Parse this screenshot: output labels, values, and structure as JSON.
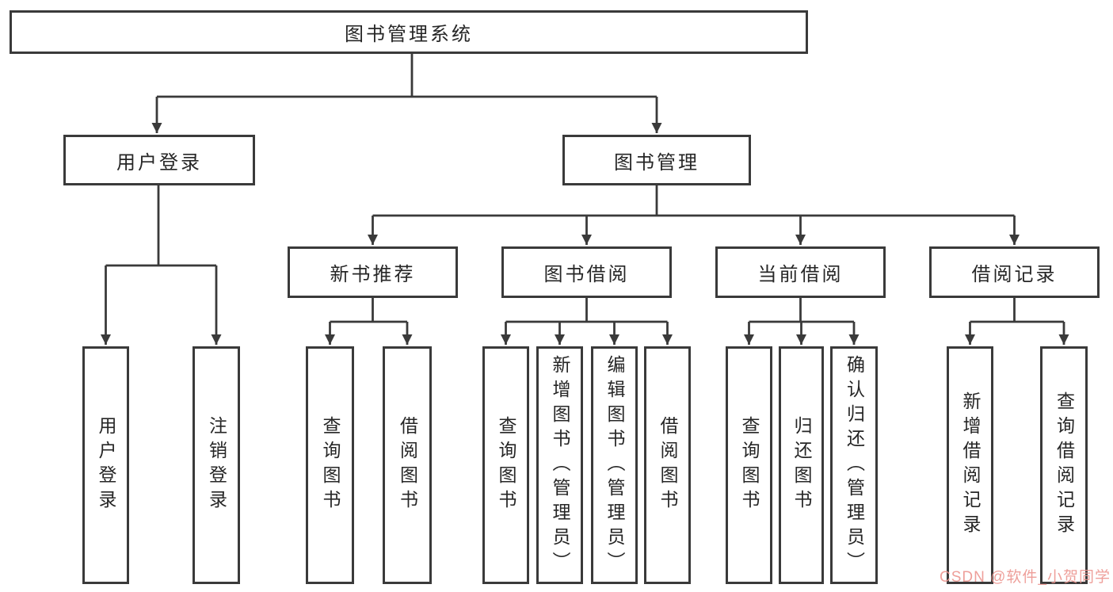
{
  "diagram": {
    "title_node": "图书管理系统",
    "colors": {
      "line": "#3a3a3a",
      "text": "#262626",
      "background": "#ffffff",
      "watermark": "#ec928c"
    },
    "tree": {
      "root": {
        "label": "图书管理系统"
      },
      "level2": [
        {
          "label": "用户登录"
        },
        {
          "label": "图书管理"
        }
      ],
      "level3": [
        {
          "label": "新书推荐"
        },
        {
          "label": "图书借阅"
        },
        {
          "label": "当前借阅"
        },
        {
          "label": "借阅记录"
        }
      ],
      "leaves": {
        "login": [
          {
            "label": "用户登录"
          },
          {
            "label": "注销登录"
          }
        ],
        "recommend": [
          {
            "label": "查询图书"
          },
          {
            "label": "借阅图书"
          }
        ],
        "borrow": [
          {
            "label": "查询图书"
          },
          {
            "label": "新增图书（管理员）"
          },
          {
            "label": "编辑图书（管理员）"
          },
          {
            "label": "借阅图书"
          }
        ],
        "current": [
          {
            "label": "查询图书"
          },
          {
            "label": "归还图书"
          },
          {
            "label": "确认归还（管理员）"
          }
        ],
        "records": [
          {
            "label": "新增借阅记录"
          },
          {
            "label": "查询借阅记录"
          }
        ]
      }
    }
  },
  "watermark": {
    "text": "CSDN @软件_小贺同学"
  }
}
